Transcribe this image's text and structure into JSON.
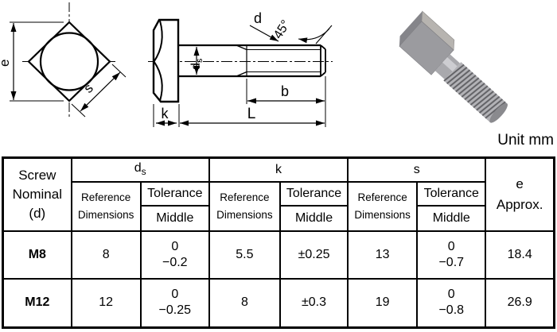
{
  "unit_label": "Unit mm",
  "drawing": {
    "labels": {
      "e": "e",
      "s": "s",
      "k": "k",
      "d": "d",
      "ds_main": "d",
      "ds_sub": "s",
      "angle": "45°",
      "b": "b",
      "length": "L"
    }
  },
  "table": {
    "col1_header": [
      "Screw",
      "Nominal",
      "(d)"
    ],
    "groups": {
      "ds_main": "d",
      "ds_sub": "s",
      "k": "k",
      "s": "s"
    },
    "sub": {
      "reference": [
        "Reference",
        "Dimensions"
      ],
      "tolerance": "Tolerance",
      "middle": "Middle"
    },
    "e_header": [
      "e",
      "Approx."
    ],
    "rows": [
      {
        "name": "M8",
        "ds_ref": "8",
        "ds_tol_top": "0",
        "ds_tol_bot": "−0.2",
        "k_ref": "5.5",
        "k_tol": "±0.25",
        "s_ref": "13",
        "s_tol_top": "0",
        "s_tol_bot": "−0.7",
        "e_approx": "18.4"
      },
      {
        "name": "M12",
        "ds_ref": "12",
        "ds_tol_top": "0",
        "ds_tol_bot": "−0.25",
        "k_ref": "8",
        "k_tol": "±0.3",
        "s_ref": "19",
        "s_tol_top": "0",
        "s_tol_bot": "−0.8",
        "e_approx": "26.9"
      }
    ]
  }
}
